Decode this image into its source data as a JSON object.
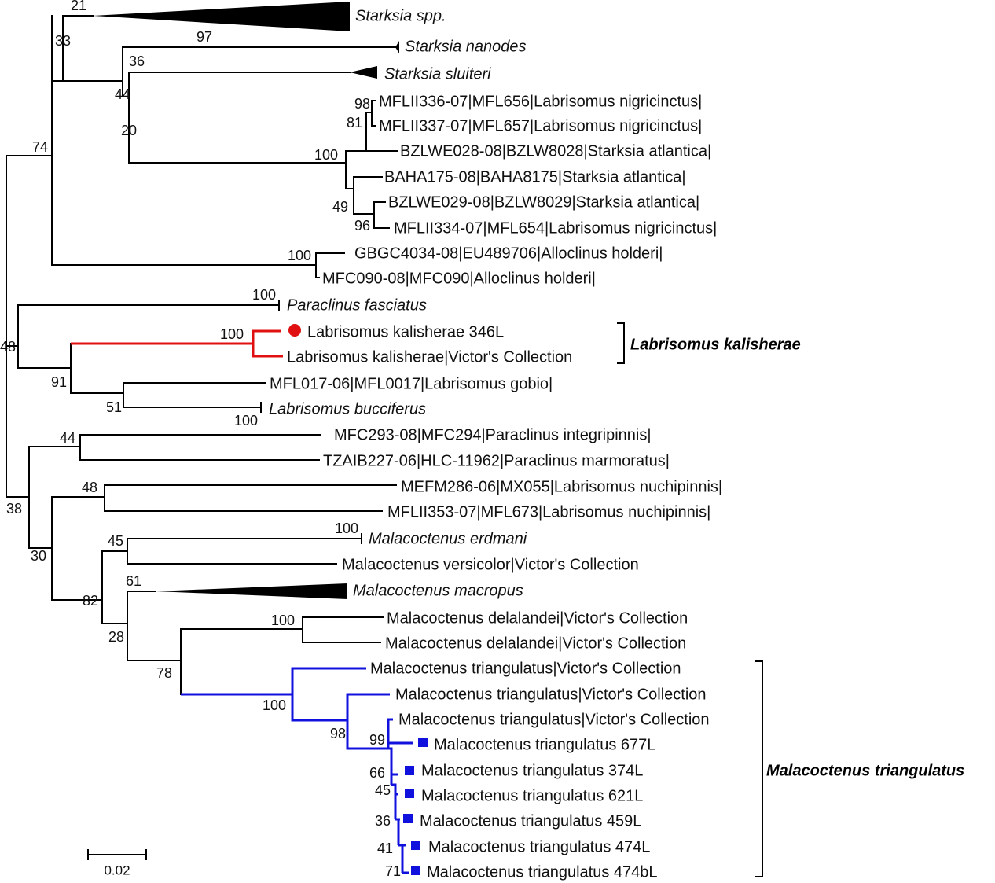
{
  "colors": {
    "branch": "#000000",
    "kalisherae_clade": "#e01010",
    "triangulatus_clade": "#1111dd",
    "text": "#111111"
  },
  "taxa": [
    {
      "id": "starksia-spp",
      "label": "Starksia spp.",
      "italic": true,
      "collapsed": true
    },
    {
      "id": "starksia-nanodes",
      "label": "Starksia nanodes",
      "italic": true,
      "collapsed": true
    },
    {
      "id": "starksia-sluiteri",
      "label": "Starksia sluiteri",
      "italic": true,
      "collapsed": true
    },
    {
      "id": "mflii336",
      "label": "MFLII336-07|MFL656|Labrisomus nigricinctus|"
    },
    {
      "id": "mflii337",
      "label": "MFLII337-07|MFL657|Labrisomus nigricinctus|"
    },
    {
      "id": "bzlwe028",
      "label": "BZLWE028-08|BZLW8028|Starksia atlantica|"
    },
    {
      "id": "baha175",
      "label": "BAHA175-08|BAHA8175|Starksia atlantica|"
    },
    {
      "id": "bzlwe029",
      "label": "BZLWE029-08|BZLW8029|Starksia atlantica|"
    },
    {
      "id": "mflii334",
      "label": "MFLII334-07|MFL654|Labrisomus nigricinctus|"
    },
    {
      "id": "gbgc4034",
      "label": "GBGC4034-08|EU489706|Alloclinus holderi|"
    },
    {
      "id": "mfc090",
      "label": "MFC090-08|MFC090|Alloclinus holderi|"
    },
    {
      "id": "paraclinus-fasciatus",
      "label": "Paraclinus fasciatus",
      "italic": true
    },
    {
      "id": "kalisherae-346l",
      "label": "Labrisomus kalisherae 346L",
      "marker": "circle"
    },
    {
      "id": "kalisherae-victor",
      "label": "Labrisomus kalisherae|Victor's Collection"
    },
    {
      "id": "mfl017",
      "label": "MFL017-06|MFL0017|Labrisomus gobio|"
    },
    {
      "id": "labrisomus-bucciferus",
      "label": "Labrisomus bucciferus",
      "italic": true
    },
    {
      "id": "mfc293",
      "label": "MFC293-08|MFC294|Paraclinus integripinnis|"
    },
    {
      "id": "tzaib227",
      "label": "TZAIB227-06|HLC-11962|Paraclinus marmoratus|"
    },
    {
      "id": "mefm286",
      "label": "MEFM286-06|MX055|Labrisomus nuchipinnis|"
    },
    {
      "id": "mflii353",
      "label": "MFLII353-07|MFL673|Labrisomus nuchipinnis|"
    },
    {
      "id": "malacoctenus-erdmani",
      "label": "Malacoctenus erdmani",
      "italic": true
    },
    {
      "id": "versicolor-victor",
      "label": "Malacoctenus versicolor|Victor's Collection"
    },
    {
      "id": "malacoctenus-macropus",
      "label": "Malacoctenus macropus",
      "italic": true,
      "collapsed": true
    },
    {
      "id": "delalandei-1",
      "label": "Malacoctenus delalandei|Victor's Collection"
    },
    {
      "id": "delalandei-2",
      "label": "Malacoctenus delalandei|Victor's Collection"
    },
    {
      "id": "triangulatus-victor-1",
      "label": "Malacoctenus triangulatus|Victor's Collection"
    },
    {
      "id": "triangulatus-victor-2",
      "label": "Malacoctenus triangulatus|Victor's Collection"
    },
    {
      "id": "triangulatus-victor-3",
      "label": "Malacoctenus triangulatus|Victor's Collection"
    },
    {
      "id": "triangulatus-677l",
      "label": "Malacoctenus triangulatus 677L",
      "marker": "square"
    },
    {
      "id": "triangulatus-374l",
      "label": "Malacoctenus triangulatus 374L",
      "marker": "square"
    },
    {
      "id": "triangulatus-621l",
      "label": "Malacoctenus triangulatus 621L",
      "marker": "square"
    },
    {
      "id": "triangulatus-459l",
      "label": "Malacoctenus triangulatus 459L",
      "marker": "square"
    },
    {
      "id": "triangulatus-474l",
      "label": "Malacoctenus triangulatus 474L",
      "marker": "square"
    },
    {
      "id": "triangulatus-474bl",
      "label": "Malacoctenus triangulatus 474bL",
      "marker": "square"
    }
  ],
  "support_values": [
    "21",
    "33",
    "97",
    "36",
    "44",
    "20",
    "98",
    "81",
    "100",
    "49",
    "96",
    "74",
    "100",
    "100",
    "48",
    "100",
    "91",
    "51",
    "100",
    "44",
    "38",
    "48",
    "30",
    "100",
    "45",
    "82",
    "61",
    "28",
    "100",
    "78",
    "100",
    "98",
    "99",
    "66",
    "45",
    "36",
    "41",
    "71"
  ],
  "clade_labels": [
    {
      "id": "kalisherae",
      "label": "Labrisomus kalisherae"
    },
    {
      "id": "triangulatus",
      "label": "Malacoctenus triangulatus"
    }
  ],
  "scale_bar": {
    "label": "0.02"
  }
}
